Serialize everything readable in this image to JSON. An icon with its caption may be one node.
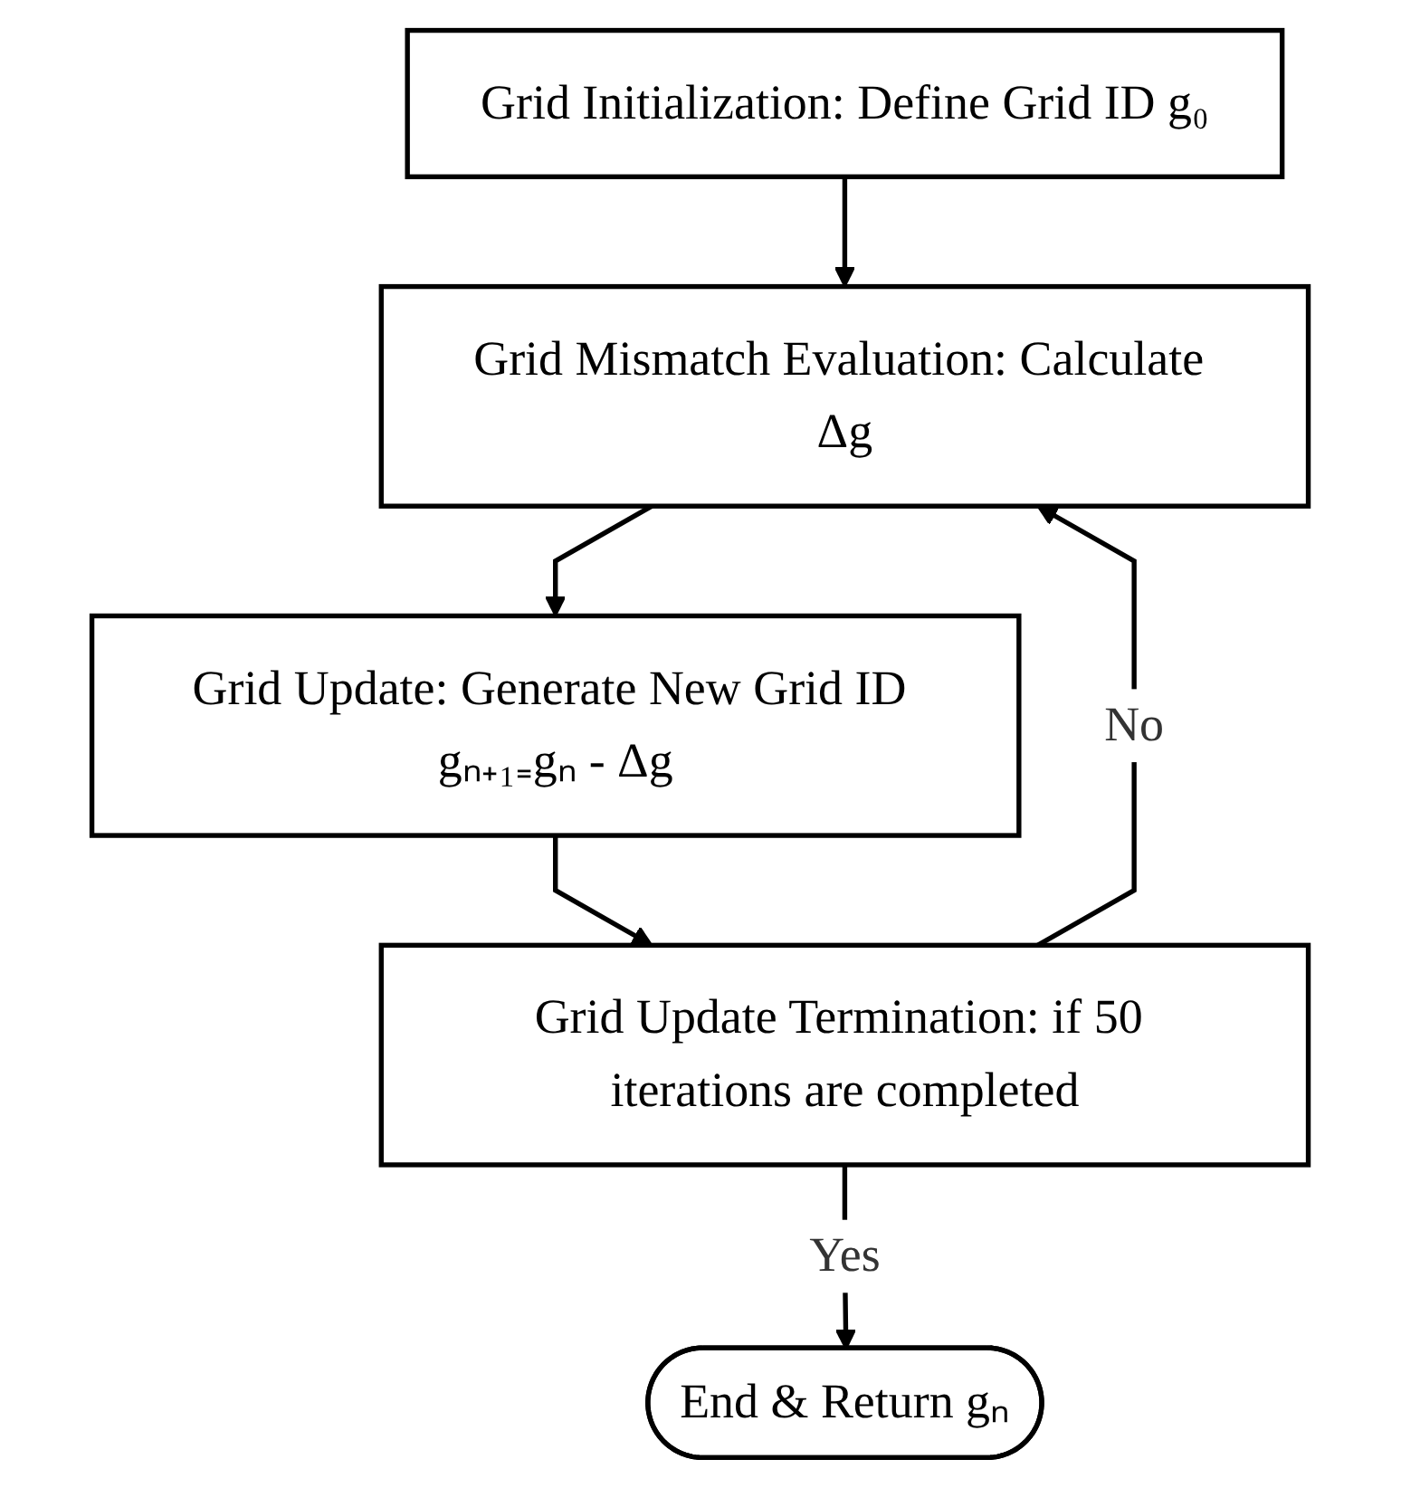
{
  "diagram": {
    "nodes": [
      {
        "text": [
          "Grid Initialization: Define Grid ID g₀"
        ]
      },
      {
        "text": [
          "Grid Mismatch Evaluation: Calculate Δg"
        ]
      },
      {
        "text": [
          "Grid Update: Generate New Grid ID gₙ₊₁₌gₙ - Δg"
        ]
      },
      {
        "text": [
          "Grid Update Termination: if 50 iterations are completed"
        ]
      },
      {
        "text": [
          "End & Return gₙ"
        ]
      }
    ],
    "edges": [
      {
        "from": 0,
        "to": 1,
        "arrow": "to"
      },
      {
        "from": 1,
        "to": 2,
        "arrow": "to"
      },
      {
        "from": 2,
        "to": 3,
        "arrow": "to"
      },
      {
        "from": 3,
        "to": 1,
        "arrow": "to",
        "label": "No"
      },
      {
        "from": 3,
        "to": 4,
        "arrow": "to",
        "label": "Yes"
      }
    ]
  }
}
